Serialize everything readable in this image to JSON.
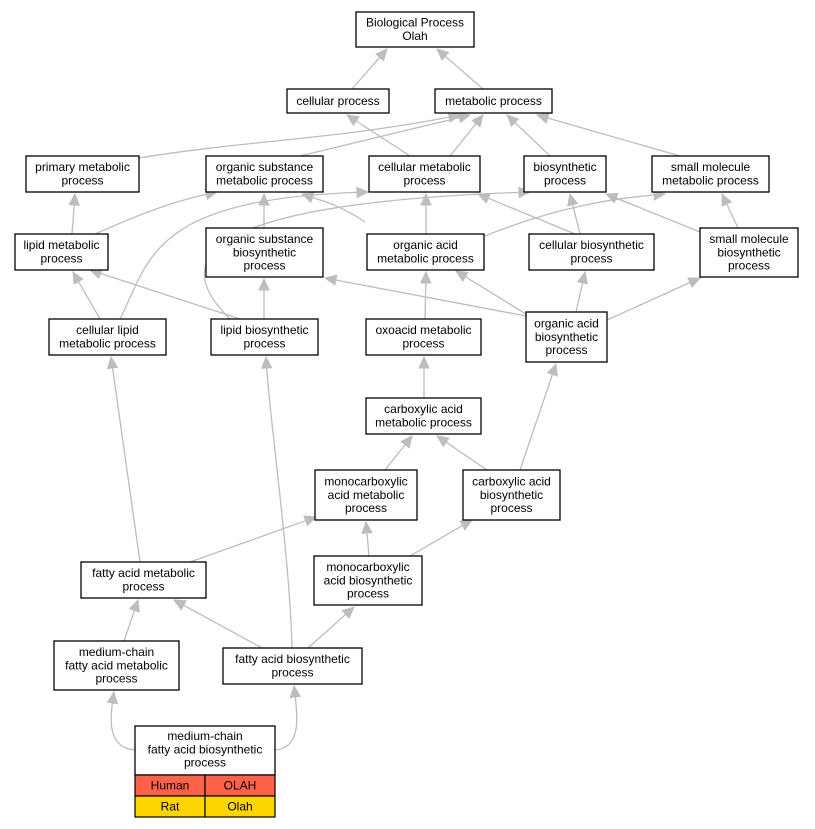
{
  "colors": {
    "edge": "#bdbdbd",
    "node_border": "#000000",
    "human_row": "#fe6349",
    "rat_row": "#fed500"
  },
  "nodes": {
    "root": [
      "Biological Process",
      "Olah"
    ],
    "cellular_process": [
      "cellular process"
    ],
    "metabolic_process": [
      "metabolic process"
    ],
    "primary_metabolic": [
      "primary metabolic",
      "process"
    ],
    "organic_substance_metabolic": [
      "organic substance",
      "metabolic process"
    ],
    "cellular_metabolic": [
      "cellular metabolic",
      "process"
    ],
    "biosynthetic": [
      "biosynthetic",
      "process"
    ],
    "small_molecule_metabolic": [
      "small molecule",
      "metabolic process"
    ],
    "lipid_metabolic": [
      "lipid metabolic",
      "process"
    ],
    "organic_substance_biosynthetic": [
      "organic substance",
      "biosynthetic",
      "process"
    ],
    "organic_acid_metabolic": [
      "organic acid",
      "metabolic process"
    ],
    "cellular_biosynthetic": [
      "cellular biosynthetic",
      "process"
    ],
    "small_molecule_biosynthetic": [
      "small molecule",
      "biosynthetic",
      "process"
    ],
    "cellular_lipid_metabolic": [
      "cellular lipid",
      "metabolic process"
    ],
    "lipid_biosynthetic": [
      "lipid biosynthetic",
      "process"
    ],
    "oxoacid_metabolic": [
      "oxoacid metabolic",
      "process"
    ],
    "organic_acid_biosynthetic": [
      "organic acid",
      "biosynthetic",
      "process"
    ],
    "carboxylic_acid_metabolic": [
      "carboxylic acid",
      "metabolic process"
    ],
    "monocarboxylic_acid_metabolic": [
      "monocarboxylic",
      "acid metabolic",
      "process"
    ],
    "carboxylic_acid_biosynthetic": [
      "carboxylic acid",
      "biosynthetic",
      "process"
    ],
    "fatty_acid_metabolic": [
      "fatty acid metabolic",
      "process"
    ],
    "monocarboxylic_acid_biosynthetic": [
      "monocarboxylic",
      "acid biosynthetic",
      "process"
    ],
    "medium_chain_fatty_acid_metabolic": [
      "medium-chain",
      "fatty acid metabolic",
      "process"
    ],
    "fatty_acid_biosynthetic": [
      "fatty acid biosynthetic",
      "process"
    ],
    "medium_chain_fatty_acid_biosynthetic": [
      "medium-chain",
      "fatty acid biosynthetic",
      "process"
    ]
  },
  "annotation_table": {
    "rows": [
      {
        "species": "Human",
        "gene": "OLAH"
      },
      {
        "species": "Rat",
        "gene": "Olah"
      }
    ]
  }
}
